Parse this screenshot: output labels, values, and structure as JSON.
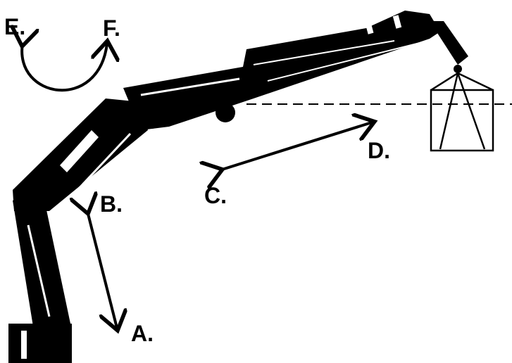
{
  "diagram": {
    "labels": {
      "a": "A.",
      "b": "B.",
      "c": "C.",
      "d": "D.",
      "e": "E.",
      "f": "F."
    },
    "colors": {
      "ink": "#000000",
      "background": "#ffffff"
    }
  }
}
